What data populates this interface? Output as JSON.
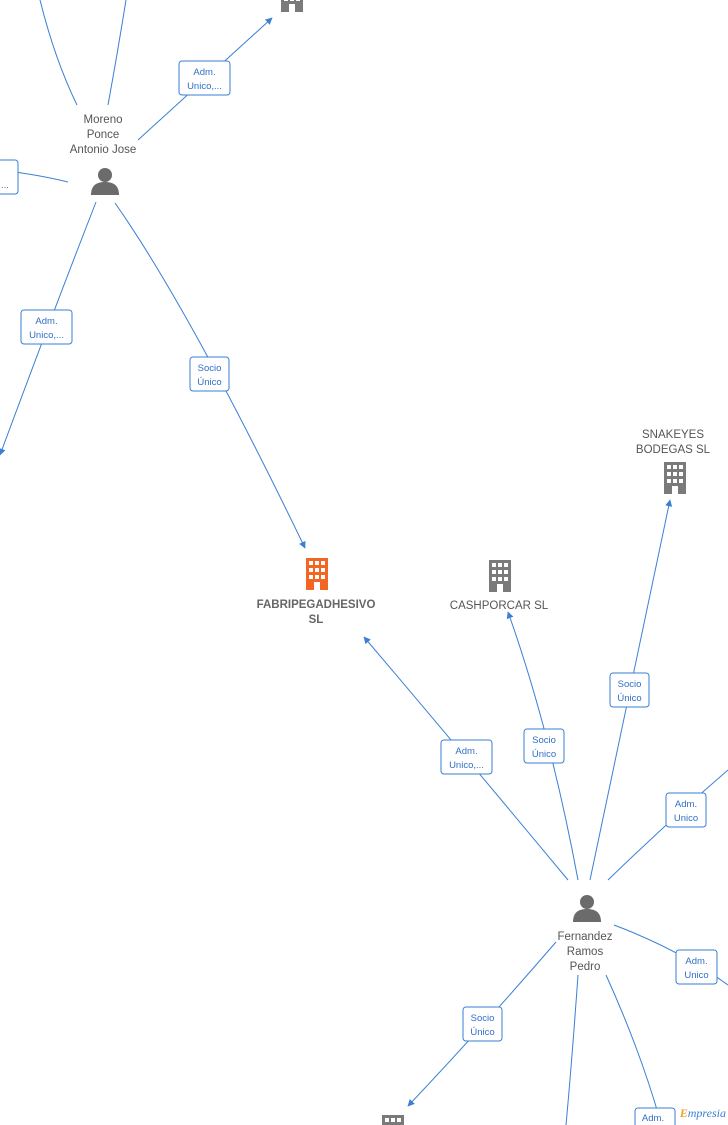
{
  "nodes": {
    "moreno": {
      "label_lines": [
        "Moreno",
        "Ponce",
        "Antonio Jose"
      ],
      "type": "person"
    },
    "fernandez": {
      "label_lines": [
        "Fernandez",
        "Ramos",
        "Pedro"
      ],
      "type": "person"
    },
    "fabri": {
      "label_lines": [
        "FABRIPEGADHESIVO",
        "SL"
      ],
      "type": "company-focus"
    },
    "cash": {
      "label_lines": [
        "CASHPORCAR SL"
      ],
      "type": "company"
    },
    "snake": {
      "label_lines": [
        "SNAKEYES",
        "BODEGAS  SL"
      ],
      "type": "company"
    }
  },
  "edge_labels": {
    "top_right": [
      "Adm.",
      "Unico,..."
    ],
    "left_mid": [
      "Adm.",
      "Unico,..."
    ],
    "moreno_fabri": [
      "Socio",
      "Único"
    ],
    "fern_fabri": [
      "Adm.",
      "Unico,..."
    ],
    "fern_cash": [
      "Socio",
      "Único"
    ],
    "fern_snake": [
      "Socio",
      "Único"
    ],
    "fern_right1": [
      "Adm.",
      "Unico"
    ],
    "fern_right2": [
      "Adm.",
      "Unico"
    ],
    "fern_bottom": [
      "Socio",
      "Único"
    ],
    "fern_bottom_right": [
      "Adm."
    ],
    "left_edge_partial": [
      "",
      "..."
    ]
  },
  "colors": {
    "edge": "#3a7fd5",
    "person": "#6b6b6b",
    "company": "#7a7a7a",
    "company_focus": "#f26522"
  },
  "watermark": {
    "prefix": "E",
    "text": "mpresia"
  }
}
